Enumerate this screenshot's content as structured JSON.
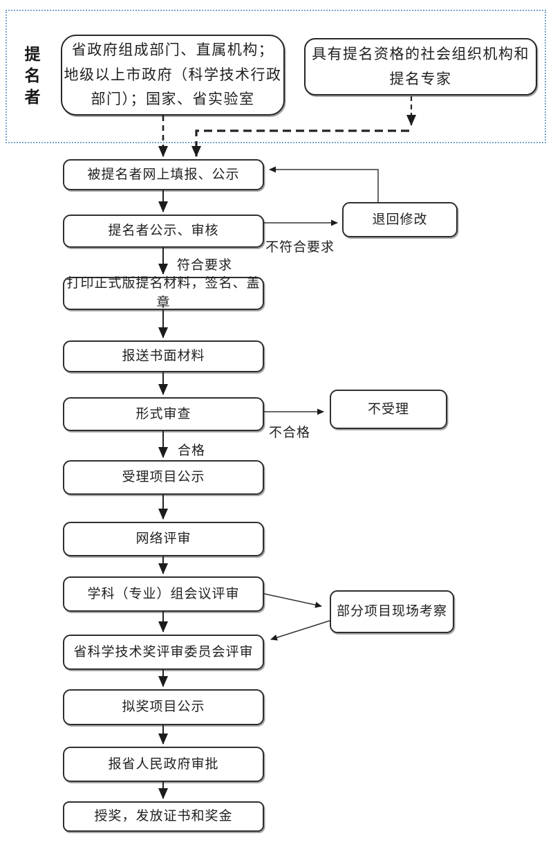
{
  "nominators": {
    "label": "提名者",
    "box_government": "省政府组成部门、直属机构；\n地级以上市政府（科学技术行政\n部门）；国家、省实验室",
    "box_social": "具有提名资格的社会组织机构和\n提名专家"
  },
  "flow": [
    "被提名者网上填报、公示",
    "提名者公示、审核",
    "打印正式版提名材料，签名、盖章",
    "报送书面材料",
    "形式审查",
    "受理项目公示",
    "网络评审",
    "学科（专业）组会议评审",
    "省科学技术奖评审委员会评审",
    "拟奖项目公示",
    "报省人民政府审批",
    "授奖，发放证书和奖金"
  ],
  "side": {
    "return_revise": "退回修改",
    "reject": "不受理",
    "site_inspection": "部分项目现场考察"
  },
  "labels": {
    "not_compliant": "不符合要求",
    "compliant": "符合要求",
    "unqualified": "不合格",
    "qualified": "合格"
  },
  "colors": {
    "container_border": "#7ba1d0",
    "line": "#2a2a2a",
    "box_border": "#2e2e2e"
  }
}
